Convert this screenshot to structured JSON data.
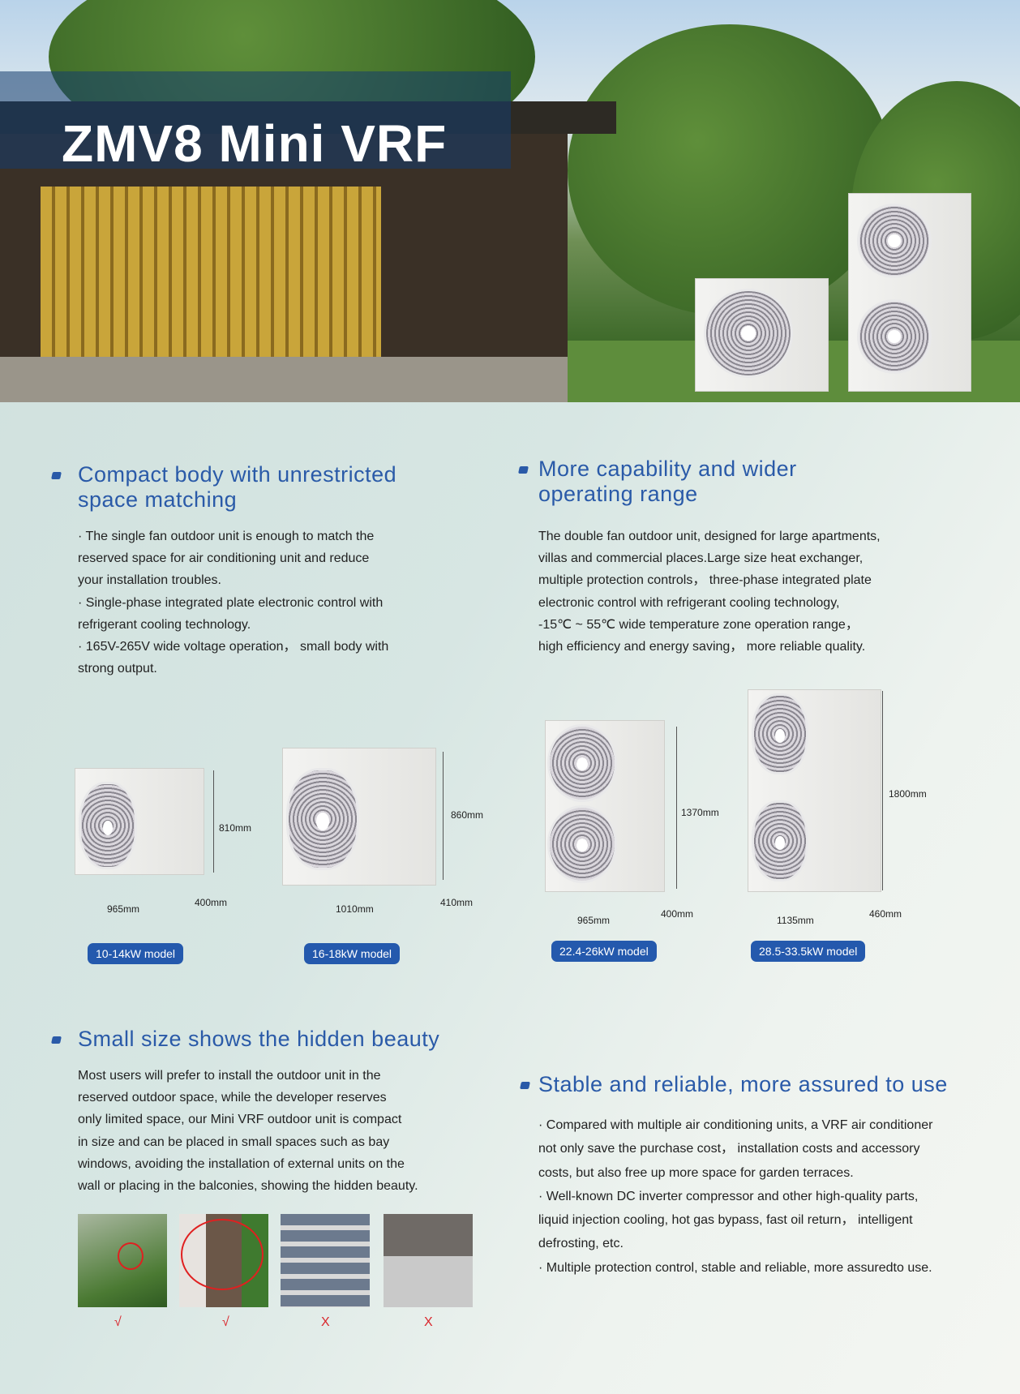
{
  "hero": {
    "title": "ZMV8 Mini VRF"
  },
  "sections": [
    {
      "heading": "Compact body with unrestricted space matching",
      "lines": [
        "· The single fan outdoor unit is enough to match the",
        "reserved space for air conditioning unit and reduce",
        "your installation troubles.",
        "· Single-phase integrated plate electronic control with",
        "refrigerant cooling technology.",
        "· 165V-265V wide voltage operation， small body with",
        "strong output."
      ]
    },
    {
      "heading": "More capability and wider operating range",
      "lines": [
        "The double fan outdoor unit, designed for large apartments,",
        "villas and commercial places.Large size heat exchanger,",
        "multiple protection controls， three-phase integrated plate",
        "electronic control with refrigerant cooling technology,",
        "-15℃ ~ 55℃ wide temperature zone operation range，",
        "high efficiency and energy saving， more reliable quality."
      ]
    },
    {
      "heading": "Small size shows the hidden beauty",
      "lines": [
        "Most users will prefer to install the outdoor unit in the",
        "reserved outdoor space, while the developer reserves",
        "only limited space, our Mini VRF outdoor unit is compact",
        "in size and can be placed in small spaces such as bay",
        "windows, avoiding the installation of external units on the",
        "wall or placing in the balconies, showing the hidden beauty."
      ]
    },
    {
      "heading": "Stable and reliable, more assured to use",
      "lines": [
        "· Compared with multiple air conditioning units, a VRF air conditioner",
        "not only save the purchase cost， installation costs and accessory",
        "costs, but also free up more space for garden terraces.",
        "· Well-known DC inverter compressor and other high-quality parts,",
        "liquid injection cooling, hot gas bypass, fast oil return， intelligent",
        "defrosting, etc.",
        "· Multiple protection control, stable and reliable, more  assuredto use."
      ]
    }
  ],
  "models": [
    {
      "label": "10-14kW model",
      "width": "965mm",
      "depth": "400mm",
      "height": "810mm"
    },
    {
      "label": "16-18kW model",
      "width": "1010mm",
      "depth": "410mm",
      "height": "860mm"
    },
    {
      "label": "22.4-26kW model",
      "width": "965mm",
      "depth": "400mm",
      "height": "1370mm"
    },
    {
      "label": "28.5-33.5kW model",
      "width": "1135mm",
      "depth": "460mm",
      "height": "1800mm"
    }
  ],
  "photos": [
    {
      "mark": "√"
    },
    {
      "mark": "√"
    },
    {
      "mark": "X"
    },
    {
      "mark": "X"
    }
  ],
  "colors": {
    "accent": "#2a5aa8",
    "badge": "#2459ad",
    "mark": "#d9262c"
  }
}
